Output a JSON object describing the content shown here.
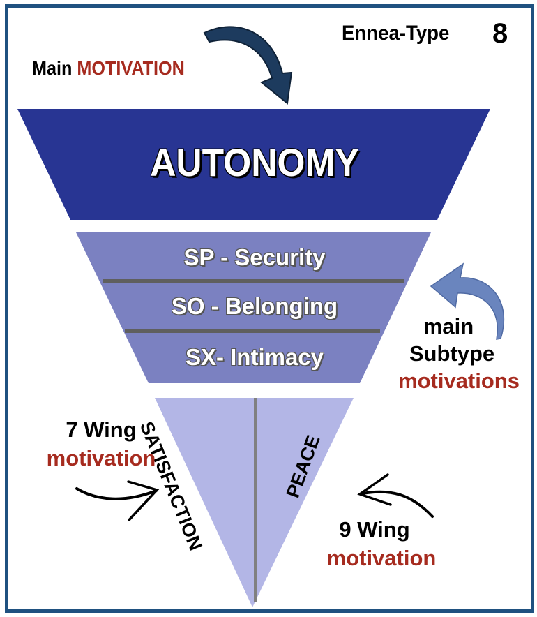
{
  "header": {
    "type_label": "Ennea-Type",
    "type_number": "8",
    "main_prefix": "Main",
    "main_highlight": "MOTIVATION"
  },
  "pyramid": {
    "main": "AUTONOMY",
    "subtypes": [
      "SP - Security",
      "SO - Belonging",
      "SX- Intimacy"
    ],
    "wings": {
      "left": "SATISFACTION",
      "right": "PEACE"
    }
  },
  "callouts": {
    "subtype": {
      "line1": "main",
      "line2": "Subtype",
      "line3": "motivations"
    },
    "wing7": {
      "line1": "7 Wing",
      "line2": "motivation"
    },
    "wing9": {
      "line1": "9 Wing",
      "line2": "motivation"
    }
  },
  "colors": {
    "border": "#1f5180",
    "main_band": "#283593",
    "subtype_band": "#7b81c1",
    "wing_triangle": "#b3b6e6",
    "accent_red": "#a62b1f",
    "big_arrow": "#1d3b5e",
    "subtype_arrow": "#6a85be"
  },
  "icons": [
    "curved-arrow-down-icon",
    "curved-arrow-left-icon",
    "curved-arrow-right-icon",
    "curved-arrow-left-thin-icon"
  ]
}
